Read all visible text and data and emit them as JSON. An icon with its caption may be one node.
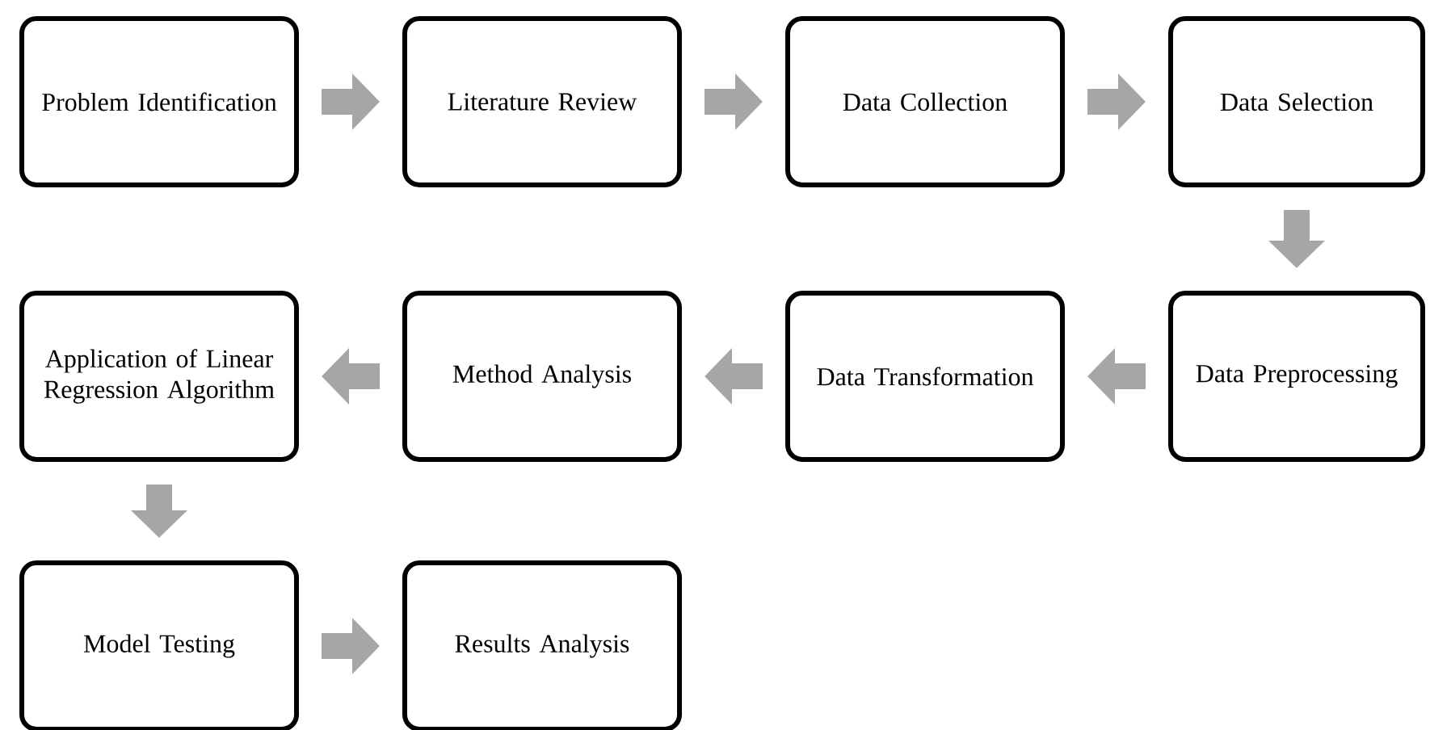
{
  "diagram": {
    "nodes": [
      {
        "text": [
          "Problem Identification"
        ]
      },
      {
        "text": [
          "Literature Review"
        ]
      },
      {
        "text": [
          "Data Collection"
        ]
      },
      {
        "text": [
          "Data Selection"
        ]
      },
      {
        "text": [
          "Data Preprocessing"
        ]
      },
      {
        "text": [
          "Data Transformation"
        ]
      },
      {
        "text": [
          "Method Analysis"
        ]
      },
      {
        "text": [
          "Application of Linear Regression Algorithm"
        ]
      },
      {
        "text": [
          "Model Testing"
        ]
      },
      {
        "text": [
          "Results Analysis"
        ]
      }
    ],
    "edges": [
      {
        "from": 0,
        "to": 1,
        "arrow": "to"
      },
      {
        "from": 1,
        "to": 2,
        "arrow": "to"
      },
      {
        "from": 2,
        "to": 3,
        "arrow": "to"
      },
      {
        "from": 3,
        "to": 4,
        "arrow": "to"
      },
      {
        "from": 4,
        "to": 5,
        "arrow": "to"
      },
      {
        "from": 5,
        "to": 6,
        "arrow": "to"
      },
      {
        "from": 6,
        "to": 7,
        "arrow": "to"
      },
      {
        "from": 7,
        "to": 8,
        "arrow": "to"
      },
      {
        "from": 8,
        "to": 9,
        "arrow": "to"
      }
    ]
  }
}
